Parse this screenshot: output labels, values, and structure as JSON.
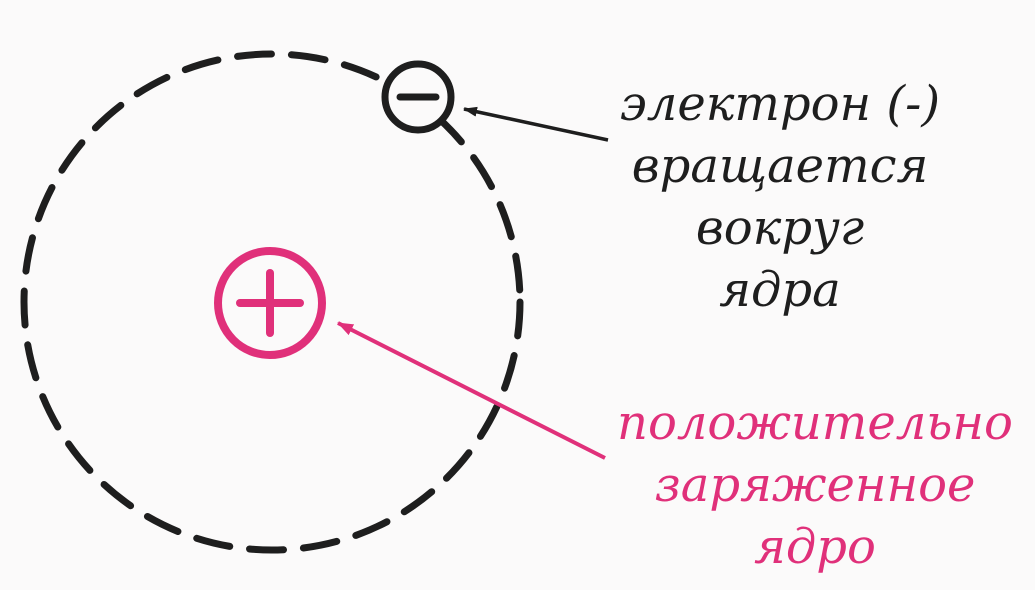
{
  "colors": {
    "orbit": "#1e1e1e",
    "electron": "#1e1e1e",
    "nucleus": "#e0307a",
    "background": "#fbfafa"
  },
  "electron": {
    "symbol": "−",
    "label_lines": [
      "электрон (-)",
      "вращается",
      "вокруг",
      "ядра"
    ]
  },
  "nucleus": {
    "symbol": "+",
    "label_lines": [
      "положительно",
      "заряженное",
      "ядро"
    ]
  }
}
